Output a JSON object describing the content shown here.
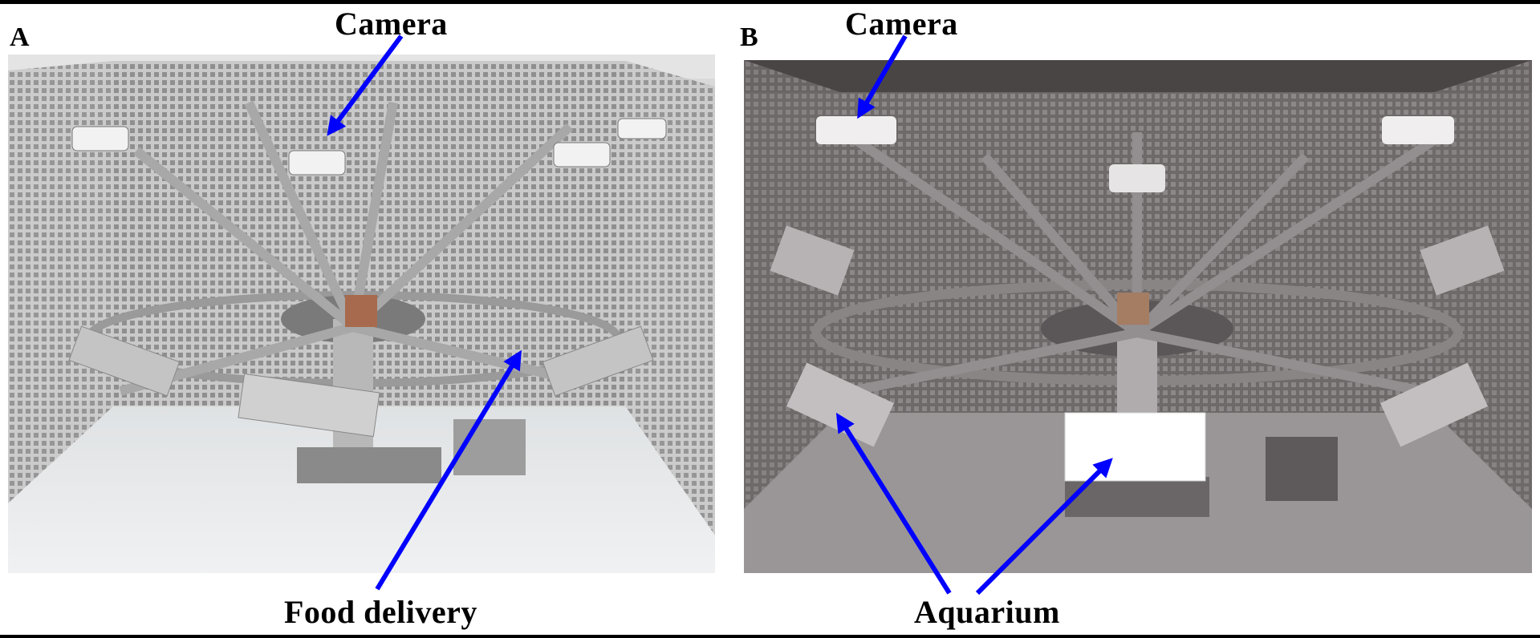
{
  "panels": {
    "a": {
      "letter": "A",
      "camera_label": "Camera",
      "food_label": "Food delivery"
    },
    "b": {
      "letter": "B",
      "camera_label": "Camera",
      "aquarium_label": "Aquarium"
    }
  },
  "colors": {
    "arrow": "#0000ff",
    "text": "#000000",
    "frame": "#000000"
  }
}
